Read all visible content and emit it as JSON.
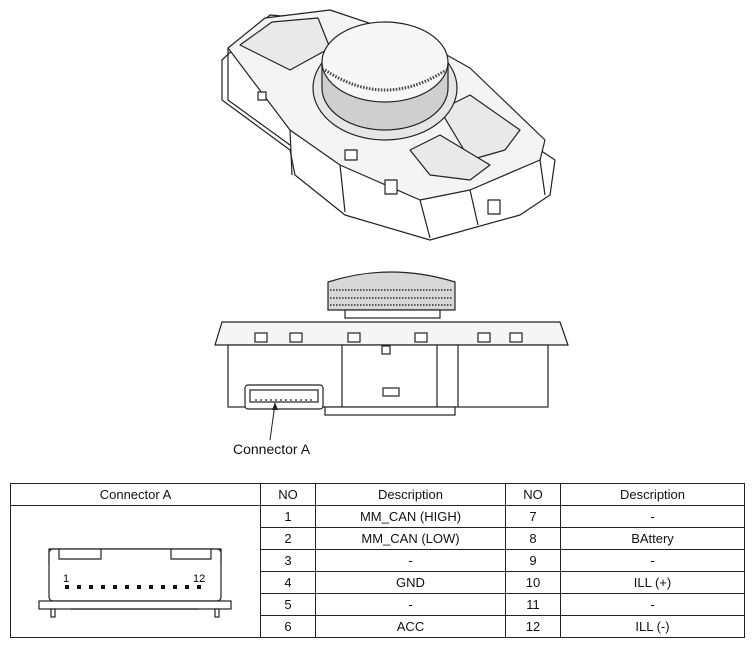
{
  "callout_label": "Connector A",
  "connector_pins": {
    "first": "1",
    "last": "12"
  },
  "table": {
    "headers": [
      "Connector A",
      "NO",
      "Description",
      "NO",
      "Description"
    ],
    "rows": [
      {
        "no_a": "1",
        "desc_a": "MM_CAN (HIGH)",
        "no_b": "7",
        "desc_b": "-"
      },
      {
        "no_a": "2",
        "desc_a": "MM_CAN (LOW)",
        "no_b": "8",
        "desc_b": "BAttery"
      },
      {
        "no_a": "3",
        "desc_a": "-",
        "no_b": "9",
        "desc_b": "-"
      },
      {
        "no_a": "4",
        "desc_a": "GND",
        "no_b": "10",
        "desc_b": "ILL (+)"
      },
      {
        "no_a": "5",
        "desc_a": "-",
        "no_b": "11",
        "desc_b": "-"
      },
      {
        "no_a": "6",
        "desc_a": "ACC",
        "no_b": "12",
        "desc_b": "ILL (-)"
      }
    ]
  }
}
